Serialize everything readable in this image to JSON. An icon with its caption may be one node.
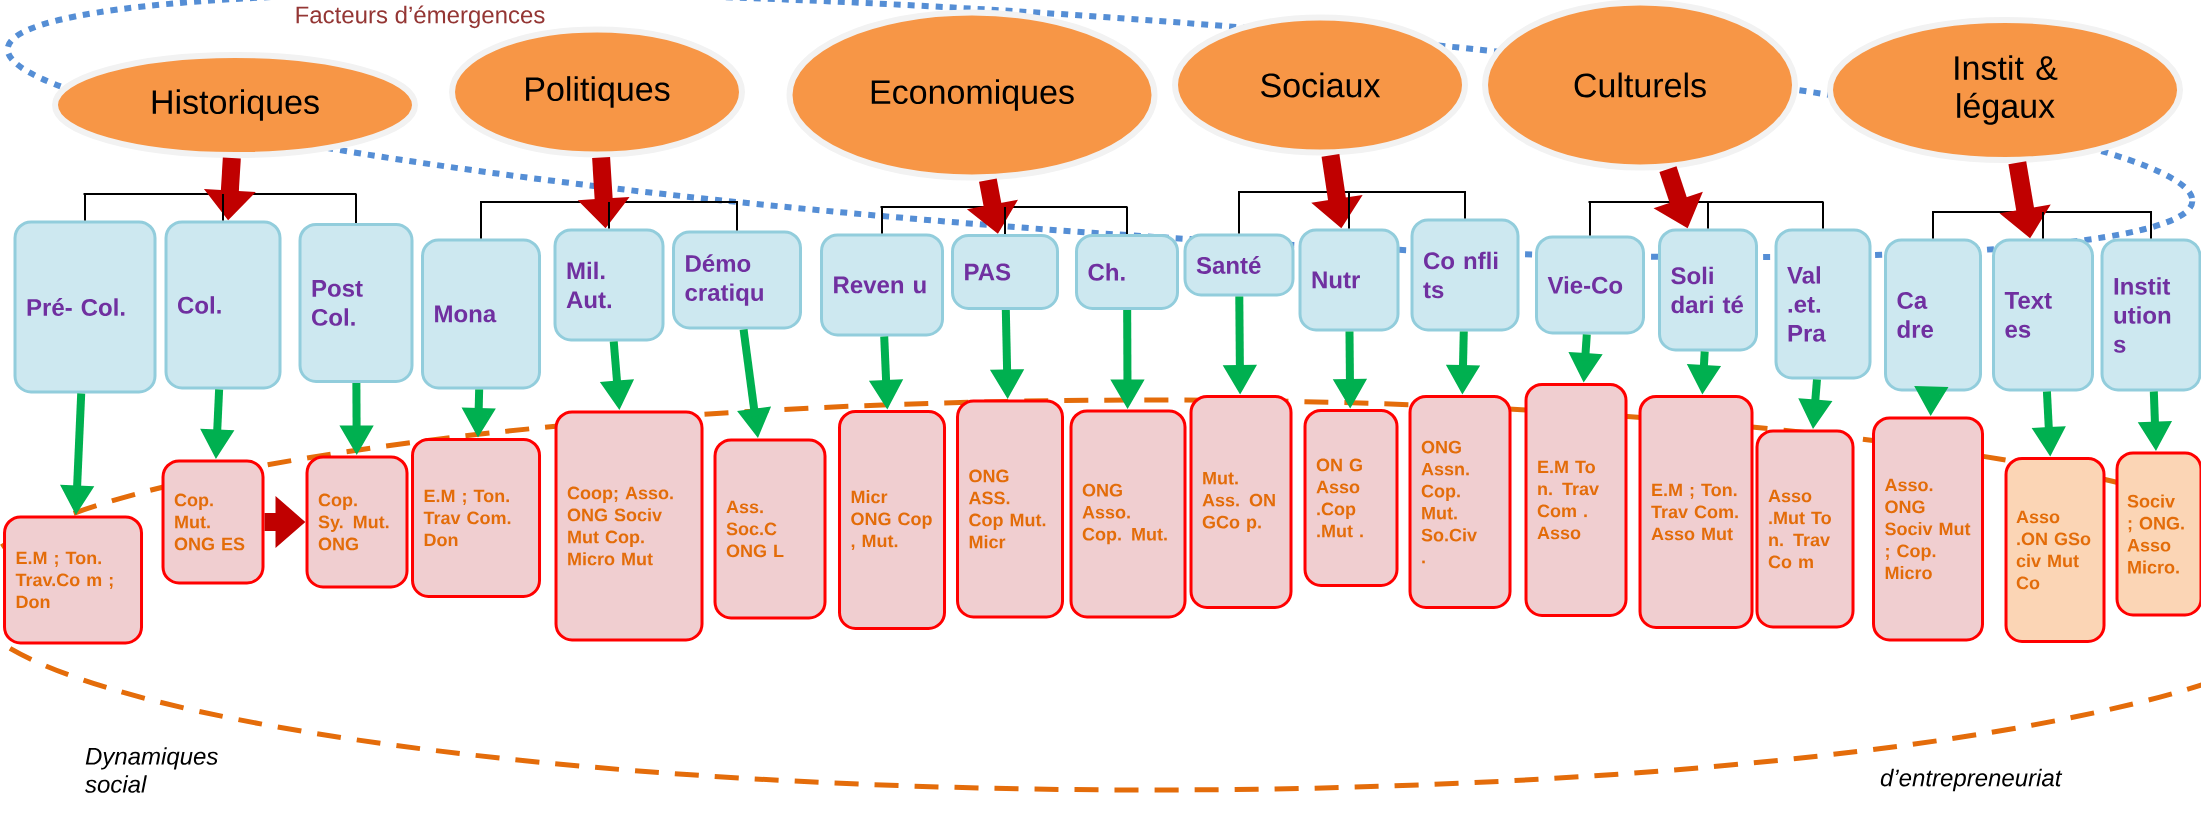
{
  "diagram": {
    "title": "Facteurs d’émergences",
    "nodes": [
      {
        "text": [
          "Historiques"
        ]
      },
      {
        "text": [
          "Politiques"
        ]
      },
      {
        "text": [
          "Economiques"
        ]
      },
      {
        "text": [
          "Sociaux"
        ]
      },
      {
        "text": [
          "Culturels"
        ]
      },
      {
        "text": [
          "Instit & légaux"
        ]
      },
      {
        "text": [
          "Pré- Col."
        ]
      },
      {
        "text": [
          "Col."
        ]
      },
      {
        "text": [
          "Post Col."
        ]
      },
      {
        "text": [
          "Mona"
        ]
      },
      {
        "text": [
          "Mil. Aut."
        ]
      },
      {
        "text": [
          "Démo cratiqu"
        ]
      },
      {
        "text": [
          "Reven u"
        ]
      },
      {
        "text": [
          "PAS"
        ]
      },
      {
        "text": [
          "Ch."
        ]
      },
      {
        "text": [
          "Santé"
        ]
      },
      {
        "text": [
          "Nutr"
        ]
      },
      {
        "text": [
          "Co nfli ts"
        ]
      },
      {
        "text": [
          "Vie-Co"
        ]
      },
      {
        "text": [
          "Soli dari té"
        ]
      },
      {
        "text": [
          "Val .et. Pra"
        ]
      },
      {
        "text": [
          "Ca dre"
        ]
      },
      {
        "text": [
          "Text es"
        ]
      },
      {
        "text": [
          "Instit ution s"
        ]
      },
      {
        "text": [
          "E.M ; Ton. Trav.Co m ; Don"
        ]
      },
      {
        "text": [
          "Cop. Mut. ONG ES"
        ]
      },
      {
        "text": [
          "Cop. Sy. Mut. ONG"
        ]
      },
      {
        "text": [
          "E.M ; Ton. Trav Com. Don"
        ]
      },
      {
        "text": [
          "Coop; Asso. ONG Sociv Mut Cop. Micro Mut"
        ]
      },
      {
        "text": [
          "Ass. Soc.C ONG L"
        ]
      },
      {
        "text": [
          "Micr ONG Cop , Mut."
        ]
      },
      {
        "text": [
          "ONG ASS. Cop Mut. Micr"
        ]
      },
      {
        "text": [
          "ONG Asso. Cop. Mut."
        ]
      },
      {
        "text": [
          "Mut. Ass. ON GCo p."
        ]
      },
      {
        "text": [
          "ON G Asso .Cop .Mut ."
        ]
      },
      {
        "text": [
          "ONG Assn. Cop. Mut. So.Civ ."
        ]
      },
      {
        "text": [
          "E.M To n. Trav Com . Asso"
        ]
      },
      {
        "text": [
          "E.M ; Ton. Trav Com. Asso Mut"
        ]
      },
      {
        "text": [
          "Asso .Mut To n. Trav Co m"
        ]
      },
      {
        "text": [
          "Asso. ONG Sociv Mut ; Cop. Micro"
        ]
      },
      {
        "text": [
          "Asso .ON GSo civ Mut Co"
        ]
      },
      {
        "text": [
          "Sociv ; ONG. Asso Micro."
        ]
      },
      {
        "text": [],
        "shape": "bar"
      },
      {
        "text": [],
        "shape": "bar"
      },
      {
        "text": [],
        "shape": "bar"
      },
      {
        "text": [],
        "shape": "bar"
      },
      {
        "text": [],
        "shape": "bar"
      },
      {
        "text": [],
        "shape": "bar"
      }
    ],
    "edges": [
      {
        "from": 0,
        "to": 7,
        "arrow": "to",
        "style": "thick",
        "color": "#c00000"
      },
      {
        "from": 1,
        "to": 10,
        "arrow": "to",
        "style": "thick",
        "color": "#c00000"
      },
      {
        "from": 2,
        "to": 13,
        "arrow": "to",
        "style": "thick",
        "color": "#c00000"
      },
      {
        "from": 3,
        "to": 16,
        "arrow": "to",
        "style": "thick",
        "color": "#c00000"
      },
      {
        "from": 4,
        "to": 19,
        "arrow": "to",
        "style": "thick",
        "color": "#c00000"
      },
      {
        "from": 5,
        "to": 22,
        "arrow": "to",
        "style": "thick",
        "color": "#c00000"
      },
      {
        "from": 6,
        "to": 24,
        "arrow": "to",
        "color": "#00b050"
      },
      {
        "from": 7,
        "to": 25,
        "arrow": "to",
        "color": "#00b050"
      },
      {
        "from": 8,
        "to": 26,
        "arrow": "to",
        "color": "#00b050"
      },
      {
        "from": 9,
        "to": 27,
        "arrow": "to",
        "color": "#00b050"
      },
      {
        "from": 10,
        "to": 28,
        "arrow": "to",
        "color": "#00b050"
      },
      {
        "from": 11,
        "to": 29,
        "arrow": "to",
        "color": "#00b050"
      },
      {
        "from": 12,
        "to": 30,
        "arrow": "to",
        "color": "#00b050"
      },
      {
        "from": 13,
        "to": 31,
        "arrow": "to",
        "color": "#00b050"
      },
      {
        "from": 14,
        "to": 32,
        "arrow": "to",
        "color": "#00b050"
      },
      {
        "from": 15,
        "to": 33,
        "arrow": "to",
        "color": "#00b050"
      },
      {
        "from": 16,
        "to": 34,
        "arrow": "to",
        "color": "#00b050"
      },
      {
        "from": 17,
        "to": 35,
        "arrow": "to",
        "color": "#00b050"
      },
      {
        "from": 18,
        "to": 36,
        "arrow": "to",
        "color": "#00b050"
      },
      {
        "from": 19,
        "to": 37,
        "arrow": "to",
        "color": "#00b050"
      },
      {
        "from": 20,
        "to": 38,
        "arrow": "to",
        "color": "#00b050"
      },
      {
        "from": 21,
        "to": 39,
        "arrow": "to",
        "color": "#00b050"
      },
      {
        "from": 22,
        "to": 40,
        "arrow": "to",
        "color": "#00b050"
      },
      {
        "from": 23,
        "to": 41,
        "arrow": "to",
        "color": "#00b050"
      },
      {
        "from": 25,
        "to": 26,
        "arrow": "to",
        "style": "thick",
        "color": "#c00000"
      },
      {
        "from": 42,
        "to": 6,
        "arrow": "none"
      },
      {
        "from": 42,
        "to": 7,
        "arrow": "none"
      },
      {
        "from": 42,
        "to": 8,
        "arrow": "none"
      },
      {
        "from": 43,
        "to": 9,
        "arrow": "none"
      },
      {
        "from": 43,
        "to": 10,
        "arrow": "none"
      },
      {
        "from": 43,
        "to": 11,
        "arrow": "none"
      },
      {
        "from": 44,
        "to": 12,
        "arrow": "none"
      },
      {
        "from": 44,
        "to": 13,
        "arrow": "none"
      },
      {
        "from": 44,
        "to": 14,
        "arrow": "none"
      },
      {
        "from": 45,
        "to": 15,
        "arrow": "none"
      },
      {
        "from": 45,
        "to": 16,
        "arrow": "none"
      },
      {
        "from": 45,
        "to": 17,
        "arrow": "none"
      },
      {
        "from": 46,
        "to": 18,
        "arrow": "none"
      },
      {
        "from": 46,
        "to": 19,
        "arrow": "none"
      },
      {
        "from": 46,
        "to": 20,
        "arrow": "none"
      },
      {
        "from": 47,
        "to": 21,
        "arrow": "none"
      },
      {
        "from": 47,
        "to": 22,
        "arrow": "none"
      },
      {
        "from": 47,
        "to": 23,
        "arrow": "none"
      }
    ],
    "labels": [
      "Dynamiques social",
      "d’entrepreneuriat"
    ]
  }
}
